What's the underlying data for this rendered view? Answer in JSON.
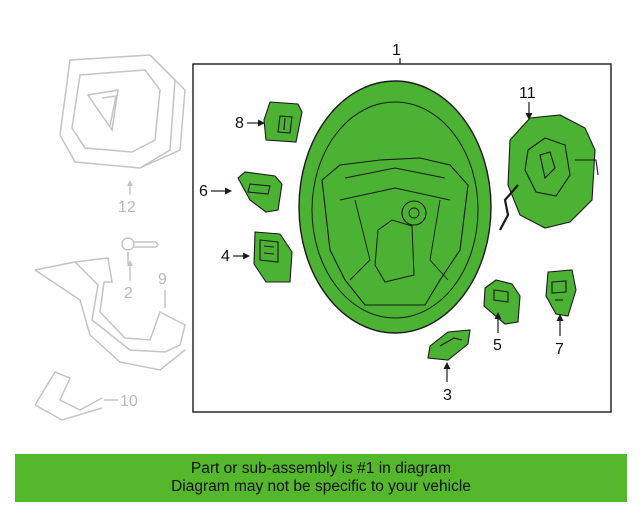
{
  "diagram": {
    "callouts": {
      "c1": "1",
      "c2": "2",
      "c3": "3",
      "c4": "4",
      "c5": "5",
      "c6": "6",
      "c7": "7",
      "c8": "8",
      "c9": "9",
      "c10": "10",
      "c11": "11",
      "c12": "12"
    },
    "colors": {
      "highlight": "#4cb233",
      "outline": "#1a1a1a",
      "faded": "#c4c4c4",
      "banner": "#55b72c"
    }
  },
  "banner": {
    "line1": "Part or sub-assembly is #1 in diagram",
    "line2": "Diagram may not be specific to your vehicle"
  }
}
